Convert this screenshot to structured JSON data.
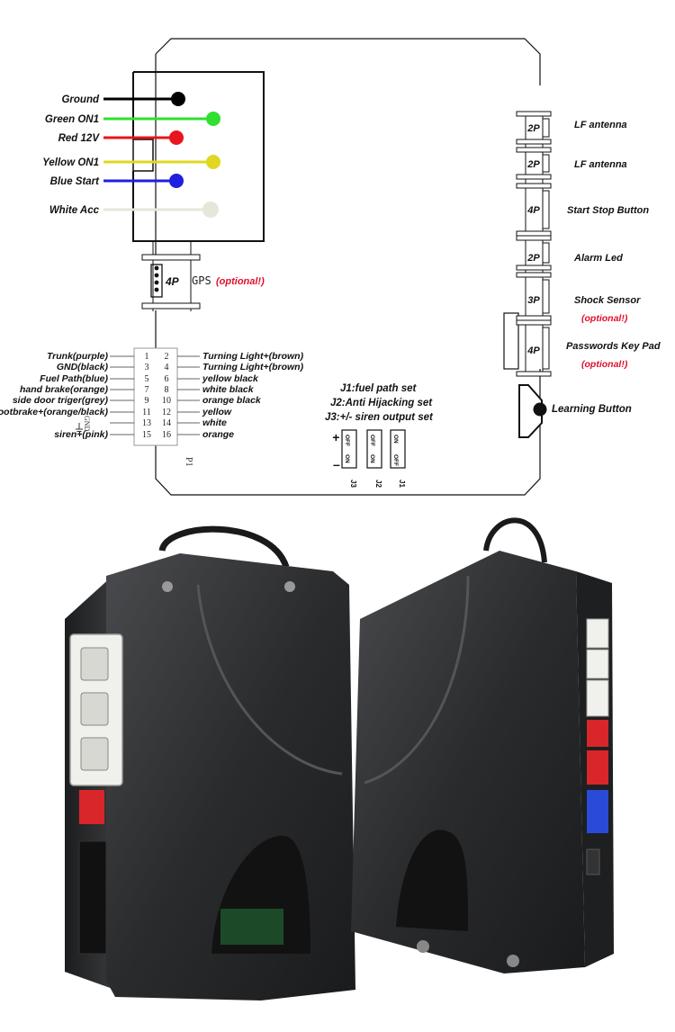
{
  "wires": [
    {
      "label": "Ground",
      "color": "#000000"
    },
    {
      "label": "Green ON1",
      "color": "#2fe02f"
    },
    {
      "label": "Red 12V",
      "color": "#e8141e"
    },
    {
      "label": "Yellow ON1",
      "color": "#e0d820"
    },
    {
      "label": "Blue Start",
      "color": "#1f1fe0"
    },
    {
      "label": "White Acc",
      "color": "#e6e6da"
    }
  ],
  "gps": {
    "pins": "4P",
    "label": "GPS",
    "note": "(optional!)"
  },
  "p1": {
    "name": "P1",
    "left_labels": [
      "Trunk(purple)",
      "GND(black)",
      "Fuel Path(blue)",
      "hand brake(orange)",
      "side door triger(grey)",
      "footbrake+(orange/black)",
      "",
      "siren+(pink)"
    ],
    "left_pins": [
      "1",
      "3",
      "5",
      "7",
      "9",
      "11",
      "13",
      "15"
    ],
    "right_pins": [
      "2",
      "4",
      "6",
      "8",
      "10",
      "12",
      "14",
      "16"
    ],
    "right_labels": [
      "Turning Light+(brown)",
      "Turning Light+(brown)",
      "yellow black",
      "white black",
      "orange black",
      "yellow",
      "white",
      "orange"
    ],
    "gnd_label": "GND"
  },
  "jumpers": {
    "notes": [
      "J1:fuel path set",
      "J2:Anti Hijacking set",
      "J3:+/- siren output set"
    ],
    "names": [
      "J3",
      "J2",
      "J1"
    ],
    "plus": "+",
    "minus": "–",
    "off": "OFF",
    "on": "ON"
  },
  "right_connectors": [
    {
      "pins": "2P",
      "label": "LF antenna",
      "note": ""
    },
    {
      "pins": "2P",
      "label": "LF antenna",
      "note": ""
    },
    {
      "pins": "4P",
      "label": "Start Stop Button",
      "note": ""
    },
    {
      "pins": "2P",
      "label": "Alarm Led",
      "note": ""
    },
    {
      "pins": "3P",
      "label": "Shock Sensor",
      "note": "(optional!)"
    },
    {
      "pins": "4P",
      "label": "Passwords Key Pad",
      "note": "(optional!)"
    }
  ],
  "learning_button": "Learning Button",
  "colors": {
    "red_note": "#e0102a",
    "device_body": "#2a2b2d",
    "line": "#111111"
  }
}
